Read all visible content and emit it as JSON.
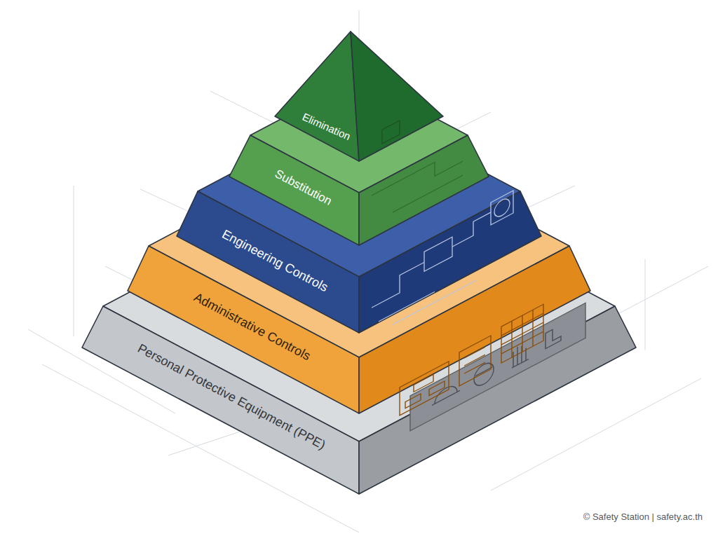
{
  "diagram": {
    "nodes": [
      {
        "text": [
          "Elimination"
        ]
      },
      {
        "text": [
          "Substitution"
        ]
      },
      {
        "text": [
          "Engineering Controls"
        ]
      },
      {
        "text": [
          "Administrative Controls"
        ]
      },
      {
        "text": [
          "Personal Protective Equipment (PPE)"
        ]
      }
    ],
    "labels": [
      "© Safety Station | safety.ac.th"
    ]
  }
}
